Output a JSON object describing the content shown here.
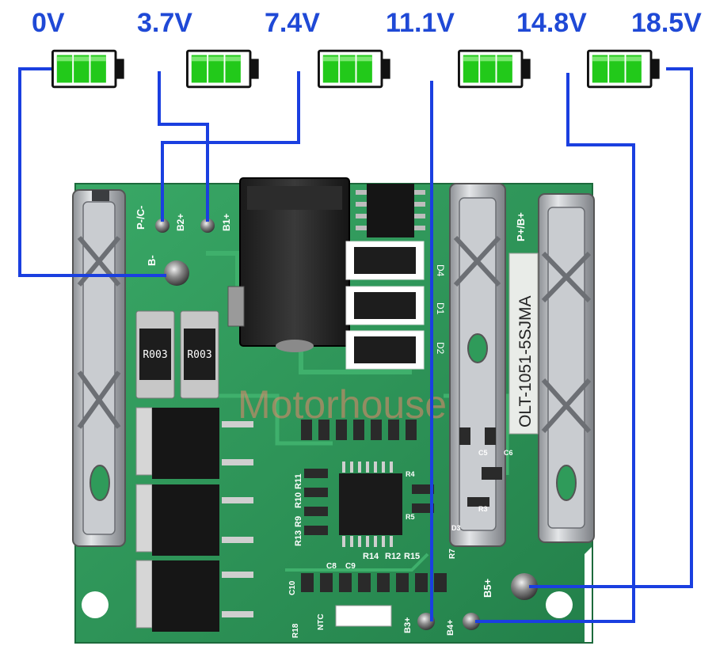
{
  "voltage_labels": [
    "0V",
    "3.7V",
    "7.4V",
    "11.1V",
    "14.8V",
    "18.5V"
  ],
  "board": {
    "model": "OLT-1051-5SJMA",
    "watermark": "Motorhouse",
    "pads": {
      "b_minus": "B-",
      "p_c": "P-/C-",
      "b2": "B2+",
      "b1": "B1+",
      "b3": "B3+",
      "b4": "B4+",
      "b5": "B5+",
      "p_plus": "P+/B+"
    },
    "diodes": [
      "D4",
      "D1",
      "D2"
    ],
    "resistors": {
      "r003_a": "R003",
      "r003_b": "R003"
    },
    "silk": {
      "r11": "R11",
      "r10": "R10",
      "r9": "R9",
      "r13": "R13",
      "c8": "C8",
      "c9": "C9",
      "r14": "R14",
      "r12": "R12",
      "r15": "R15",
      "r7": "R7",
      "c10": "C10",
      "r18": "R18",
      "ntc": "NTC",
      "r4": "R4",
      "r5": "R5",
      "r3": "R3",
      "d3": "D3",
      "c5": "C5",
      "c6": "C6"
    }
  },
  "colors": {
    "wire": "#1a3fe0",
    "label": "#1f49d6",
    "battery_fill": "#22c91a",
    "pcb": "#2f9b5a"
  }
}
